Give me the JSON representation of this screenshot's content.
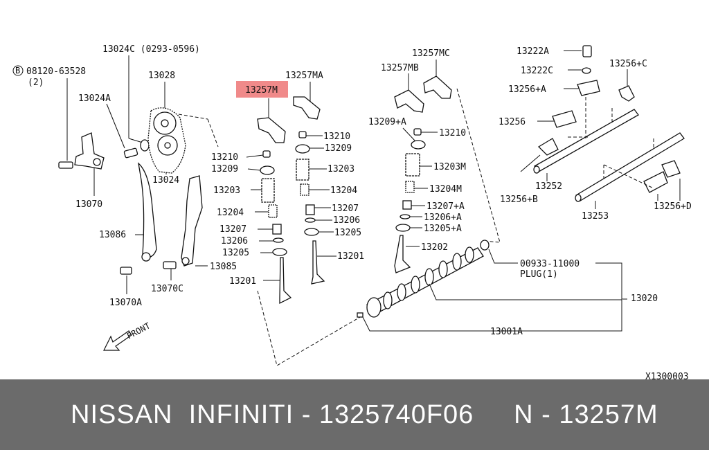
{
  "diagram": {
    "labels": {
      "l08120": "08120-63528",
      "l08120_qty": "(2)",
      "l08120_mark": "B",
      "l13024c": "13024C (0293-0596)",
      "l13028": "13028",
      "l13024a": "13024A",
      "l13024": "13024",
      "l13070": "13070",
      "l13086": "13086",
      "l13085": "13085",
      "l13070c": "13070C",
      "l13070a": "13070A",
      "front": "FRONT",
      "l13257m": "13257M",
      "l13257ma": "13257MA",
      "l13210_l": "13210",
      "l13209_l": "13209",
      "l13203_l": "13203",
      "l13204_l": "13204",
      "l13207_l": "13207",
      "l13206_l": "13206",
      "l13205_l": "13205",
      "l13201_l": "13201",
      "l13210_r": "13210",
      "l13209_r": "13209",
      "l13203_r": "13203",
      "l13204_r": "13204",
      "l13207_r": "13207",
      "l13206_r": "13206",
      "l13205_r": "13205",
      "l13201_r": "13201",
      "l13257mc": "13257MC",
      "l13257mb": "13257MB",
      "l13209a": "13209+A",
      "l13210b": "13210",
      "l13203m": "13203M",
      "l13204m": "13204M",
      "l13207a": "13207+A",
      "l13206a": "13206+A",
      "l13205a": "13205+A",
      "l13202": "13202",
      "l00933": "00933-11000",
      "plug": "PLUG(1)",
      "l13020": "13020",
      "l13001a": "13001A",
      "l13222a": "13222A",
      "l13222c": "13222C",
      "l13256c": "13256+C",
      "l13256a": "13256+A",
      "l13256": "13256",
      "l13252": "13252",
      "l13256b": "13256+B",
      "l13253": "13253",
      "l13256d": "13256+D",
      "code": "X1300003"
    },
    "colors": {
      "highlight": "#f08a8a",
      "footer_bg": "#6b6b6b",
      "footer_text": "#ffffff"
    }
  },
  "footer": {
    "title": "NISSAN  INFINITI - 1325740F06     N - 13257M"
  }
}
